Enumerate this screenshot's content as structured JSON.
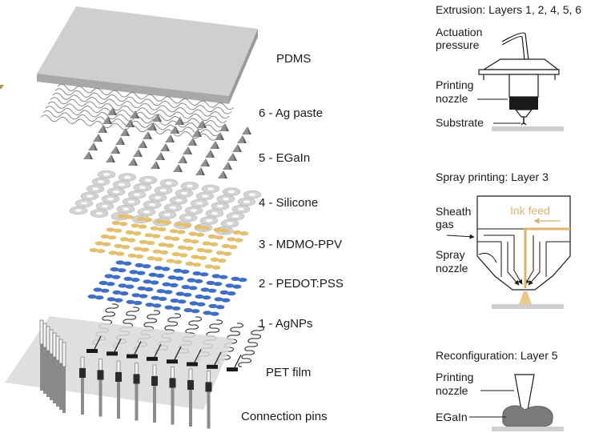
{
  "layers": [
    {
      "label": "PDMS"
    },
    {
      "label": "6 - Ag paste"
    },
    {
      "label": "5 - EGaIn"
    },
    {
      "label": "4 - Silicone"
    },
    {
      "label": "3 - MDMO-PPV"
    },
    {
      "label": "2 - PEDOT:PSS"
    },
    {
      "label": "1 - AgNPs"
    },
    {
      "label": "PET film"
    },
    {
      "label": "Connection pins"
    }
  ],
  "extrusion": {
    "title": "Extrusion: Layers 1, 2, 4, 5, 6",
    "actuation_line1": "Actuation",
    "actuation_line2": "pressure",
    "nozzle_line1": "Printing",
    "nozzle_line2": "nozzle",
    "substrate": "Substrate"
  },
  "spray": {
    "title": "Spray printing: Layer 3",
    "sheath_line1": "Sheath",
    "sheath_line2": "gas",
    "ink_feed": "Ink feed",
    "nozzle_line1": "Spray",
    "nozzle_line2": "nozzle"
  },
  "reconfig": {
    "title": "Reconfiguration: Layer 5",
    "nozzle_line1": "Printing",
    "nozzle_line2": "nozzle",
    "material": "EGaIn"
  },
  "colors": {
    "pdms": "#c9c9c9",
    "silicone": "#d3d3d3",
    "mdmo_ppv": "#e3c06f",
    "pedot_pss": "#3f6fc4",
    "ink_feed": "#d9b46a",
    "pet": "#d7d7d7"
  }
}
